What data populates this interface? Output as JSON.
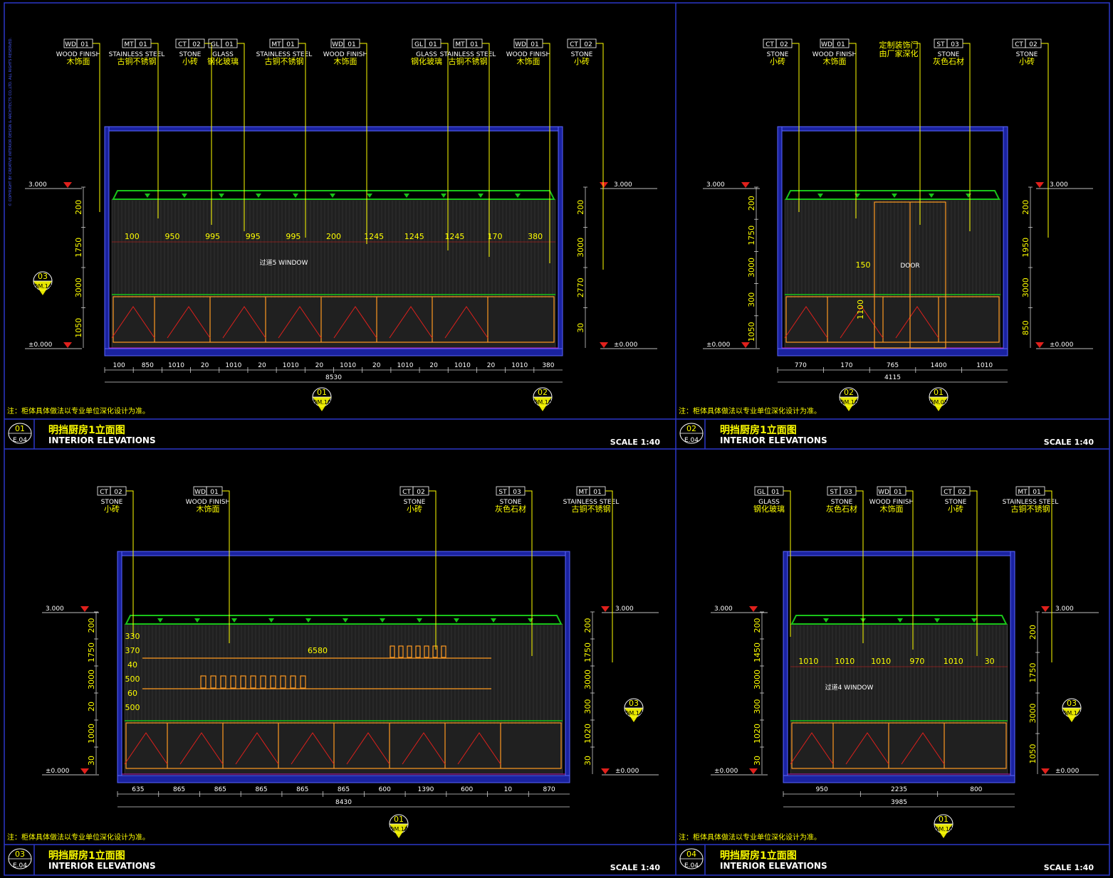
{
  "copyright": "© COPYRIGHT BY CREATIVE INTERIOR DESIGN & ARCHITECTS CO.,LTD. ALL RIGHTS RESERVED.",
  "colors": {
    "frame": "#2a37c8",
    "leader": "#ffff00",
    "wall": "#1a22a0",
    "ceiling": "#19c319",
    "cabinet": "#ff9a20",
    "level_marker": "#e0201c"
  },
  "panels": [
    {
      "number": "01",
      "sheet": "E.04",
      "title_cn": "明挡厨房1立面图",
      "title_en": "INTERIOR ELEVATIONS",
      "scale": "SCALE 1:40",
      "note": "注：柜体具体做法以专业单位深化设计为准。",
      "level_top": "3.000",
      "level_bottom": "±0.000",
      "tags": [
        {
          "code": "WD",
          "num": "01",
          "en": "WOOD FINISH",
          "cn": "木饰面"
        },
        {
          "code": "MT",
          "num": "01",
          "en": "STAINLESS STEEL",
          "cn": "古铜不锈钢"
        },
        {
          "code": "CT",
          "num": "02",
          "en": "STONE",
          "cn": "小砖"
        },
        {
          "code": "GL",
          "num": "01",
          "en": "GLASS",
          "cn": "钢化玻璃"
        },
        {
          "code": "MT",
          "num": "01",
          "en": "STAINLESS STEEL",
          "cn": "古铜不锈钢"
        },
        {
          "code": "WD",
          "num": "01",
          "en": "WOOD FINISH",
          "cn": "木饰面"
        },
        {
          "code": "GL",
          "num": "01",
          "en": "GLASS",
          "cn": "钢化玻璃"
        },
        {
          "code": "MT",
          "num": "01",
          "en": "STAINLESS STEEL",
          "cn": "古铜不锈钢"
        },
        {
          "code": "WD",
          "num": "01",
          "en": "WOOD FINISH",
          "cn": "木饰面"
        },
        {
          "code": "CT",
          "num": "02",
          "en": "STONE",
          "cn": "小砖"
        }
      ],
      "left_dims": [
        "200",
        "1750",
        "3000",
        "1050"
      ],
      "right_dims": [
        "200",
        "3000",
        "2770",
        "30"
      ],
      "upper_dims": [
        "100",
        "950",
        "995",
        "995",
        "995",
        "200",
        "1245",
        "1245",
        "1245",
        "170",
        "380"
      ],
      "bottom_dims": [
        "100",
        "850",
        "1010",
        "20",
        "1010",
        "20",
        "1010",
        "20",
        "1010",
        "20",
        "1010",
        "20",
        "1010",
        "20",
        "1010",
        "380"
      ],
      "total": "8530",
      "callouts": [
        {
          "n": "03",
          "ref": "QM.14"
        },
        {
          "n": "01",
          "ref": "QM.10"
        },
        {
          "n": "02",
          "ref": "QM.10"
        }
      ],
      "window_label": "过道5 WINDOW"
    },
    {
      "number": "02",
      "sheet": "E.04",
      "title_cn": "明挡厨房1立面图",
      "title_en": "INTERIOR ELEVATIONS",
      "scale": "SCALE 1:40",
      "note": "注：柜体具体做法以专业单位深化设计为准。",
      "level_top": "3.000",
      "level_bottom": "±0.000",
      "tags": [
        {
          "code": "CT",
          "num": "02",
          "en": "STONE",
          "cn": "小砖"
        },
        {
          "code": "WD",
          "num": "01",
          "en": "WOOD FINISH",
          "cn": "木饰面"
        },
        {
          "code": "",
          "num": "",
          "en": "定制装饰门",
          "cn": "由厂家深化"
        },
        {
          "code": "ST",
          "num": "03",
          "en": "STONE",
          "cn": "灰色石材"
        },
        {
          "code": "CT",
          "num": "02",
          "en": "STONE",
          "cn": "小砖"
        }
      ],
      "left_dims": [
        "200",
        "1750",
        "3000",
        "300",
        "1050"
      ],
      "right_dims": [
        "200",
        "1950",
        "3000",
        "850"
      ],
      "inner_dims": [
        "150",
        "1100"
      ],
      "bottom_dims": [
        "770",
        "170",
        "765",
        "1400",
        "1010"
      ],
      "total": "4115",
      "callouts": [
        {
          "n": "02",
          "ref": "QM.10"
        },
        {
          "n": "01",
          "ref": "QM.05"
        }
      ],
      "door_label": "DOOR"
    },
    {
      "number": "03",
      "sheet": "E.04",
      "title_cn": "明挡厨房1立面图",
      "title_en": "INTERIOR ELEVATIONS",
      "scale": "SCALE 1:40",
      "note": "注：柜体具体做法以专业单位深化设计为准。",
      "level_top": "3.000",
      "level_bottom": "±0.000",
      "tags": [
        {
          "code": "CT",
          "num": "02",
          "en": "STONE",
          "cn": "小砖"
        },
        {
          "code": "WD",
          "num": "01",
          "en": "WOOD FINISH",
          "cn": "木饰面"
        },
        {
          "code": "CT",
          "num": "02",
          "en": "STONE",
          "cn": "小砖"
        },
        {
          "code": "ST",
          "num": "03",
          "en": "STONE",
          "cn": "灰色石材"
        },
        {
          "code": "MT",
          "num": "01",
          "en": "STAINLESS STEEL",
          "cn": "古铜不锈钢"
        }
      ],
      "left_dims": [
        "200",
        "1750",
        "3000",
        "20",
        "1000",
        "30"
      ],
      "right_dims": [
        "200",
        "1750",
        "3000",
        "300",
        "1020",
        "30"
      ],
      "shelf_dims": [
        "330",
        "370",
        "40",
        "500",
        "60",
        "500"
      ],
      "shelf_width": "6580",
      "bottom_dims": [
        "635",
        "865",
        "865",
        "865",
        "865",
        "865",
        "600",
        "1390",
        "600",
        "10",
        "870"
      ],
      "total": "8430",
      "callouts": [
        {
          "n": "03",
          "ref": "QM.14"
        },
        {
          "n": "01",
          "ref": "QM.12"
        }
      ]
    },
    {
      "number": "04",
      "sheet": "E.04",
      "title_cn": "明挡厨房1立面图",
      "title_en": "INTERIOR ELEVATIONS",
      "scale": "SCALE 1:40",
      "note": "注：柜体具体做法以专业单位深化设计为准。",
      "level_top": "3.000",
      "level_bottom": "±0.000",
      "tags": [
        {
          "code": "GL",
          "num": "01",
          "en": "GLASS",
          "cn": "钢化玻璃"
        },
        {
          "code": "ST",
          "num": "03",
          "en": "STONE",
          "cn": "灰色石材"
        },
        {
          "code": "WD",
          "num": "01",
          "en": "WOOD FINISH",
          "cn": "木饰面"
        },
        {
          "code": "CT",
          "num": "02",
          "en": "STONE",
          "cn": "小砖"
        },
        {
          "code": "MT",
          "num": "01",
          "en": "STAINLESS STEEL",
          "cn": "古铜不锈钢"
        }
      ],
      "left_dims": [
        "200",
        "1450",
        "3000",
        "300",
        "1020",
        "30"
      ],
      "right_dims": [
        "200",
        "1750",
        "3000",
        "1050"
      ],
      "upper_dims": [
        "1010",
        "1010",
        "1010",
        "970",
        "1010",
        "30"
      ],
      "bottom_dims": [
        "950",
        "2235",
        "800"
      ],
      "total": "3985",
      "callouts": [
        {
          "n": "03",
          "ref": "QM.14"
        },
        {
          "n": "01",
          "ref": "QM.10"
        }
      ],
      "window_label": "过道4 WINDOW"
    }
  ]
}
